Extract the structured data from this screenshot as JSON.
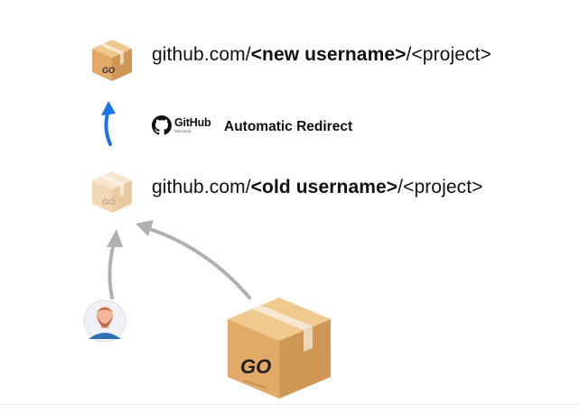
{
  "diagram": {
    "new_url": {
      "prefix": "github.com/",
      "username": "<new username>",
      "suffix": "/<project>"
    },
    "old_url": {
      "prefix": "github.com/",
      "username": "<old username>",
      "suffix": "/<project>"
    },
    "redirect_label": "Automatic Redirect",
    "github_logo": {
      "wordmark": "GitHub",
      "byline": "Microsoft"
    },
    "box_label": "GO",
    "colors": {
      "redirect_arrow": "#1a73e8",
      "reference_arrow": "#b0b0b0",
      "box_main": "#e8b97a",
      "box_old": "#f3dcc0",
      "tape": "#f6e8d2"
    },
    "icons": [
      "new-package-box-icon",
      "old-package-box-icon",
      "go-package-box-icon",
      "github-octocat-icon",
      "developer-avatar-icon",
      "redirect-arrow-icon"
    ]
  }
}
